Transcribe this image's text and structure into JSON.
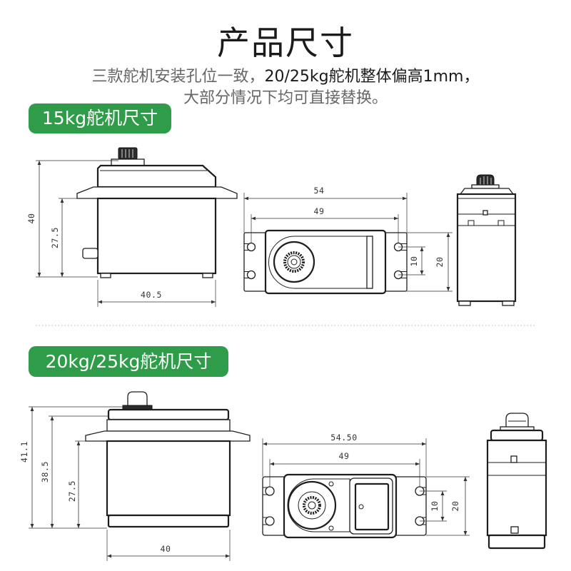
{
  "title": "产品尺寸",
  "subtitle": {
    "line1_part1": "三款舵机安装孔位一致，",
    "line1_part2": "20/25kg舵机整体偏高1mm，",
    "line2": "大部分情况下均可直接替换。"
  },
  "colors": {
    "accent_green": "#2f9c4a",
    "line": "#1e1e1e",
    "subtitle_gray": "#666666",
    "text_dark": "#1a1a1a"
  },
  "section_15kg": {
    "label": "15kg舵机尺寸",
    "side_view": {
      "height": "40",
      "flange_height": "27.5",
      "width": "40.5"
    },
    "top_view": {
      "length": "54",
      "hole_spacing": "49",
      "hole_row_gap": "10",
      "depth": "20"
    }
  },
  "section_20_25kg": {
    "label": "20kg/25kg舵机尺寸",
    "side_view": {
      "total_height": "41.1",
      "body_height": "38.5",
      "flange_height": "27.5",
      "width": "40"
    },
    "top_view": {
      "length": "54.50",
      "hole_spacing": "49",
      "hole_row_gap": "10",
      "depth": "20"
    }
  }
}
